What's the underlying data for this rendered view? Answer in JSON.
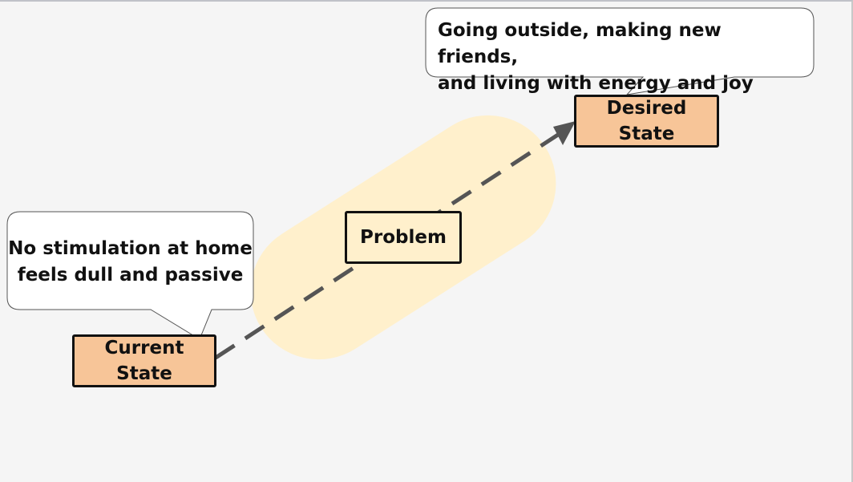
{
  "diagram": {
    "nodes": {
      "current_state": {
        "label": "Current\nState",
        "fill": "#f7c598"
      },
      "problem": {
        "label": "Problem",
        "fill": "#fff0cc"
      },
      "desired_state": {
        "label": "Desired\nState",
        "fill": "#f7c598"
      }
    },
    "callouts": {
      "current": {
        "text": "No stimulation at home\nfeels dull and passive"
      },
      "desired": {
        "text": "Going outside, making new friends,\nand living with energy and joy"
      }
    },
    "connector": {
      "from": "current_state",
      "to": "desired_state",
      "style": "dashed-arrow",
      "color": "#555555"
    },
    "highlight": {
      "color": "#fff0cc",
      "shape": "pill"
    }
  }
}
